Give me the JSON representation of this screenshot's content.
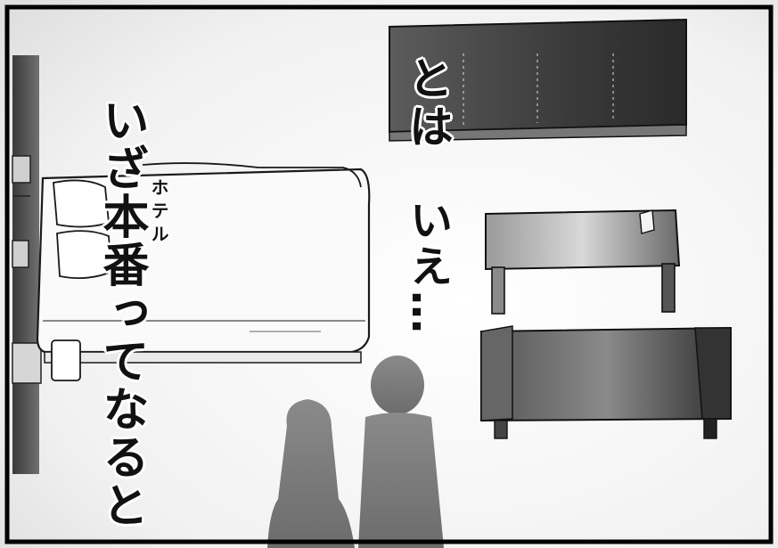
{
  "panel": {
    "text_left": "いざ本番ってなると",
    "ruby": "ホテル",
    "text_right_top": "とは",
    "text_right_bottom": "いえ…"
  }
}
